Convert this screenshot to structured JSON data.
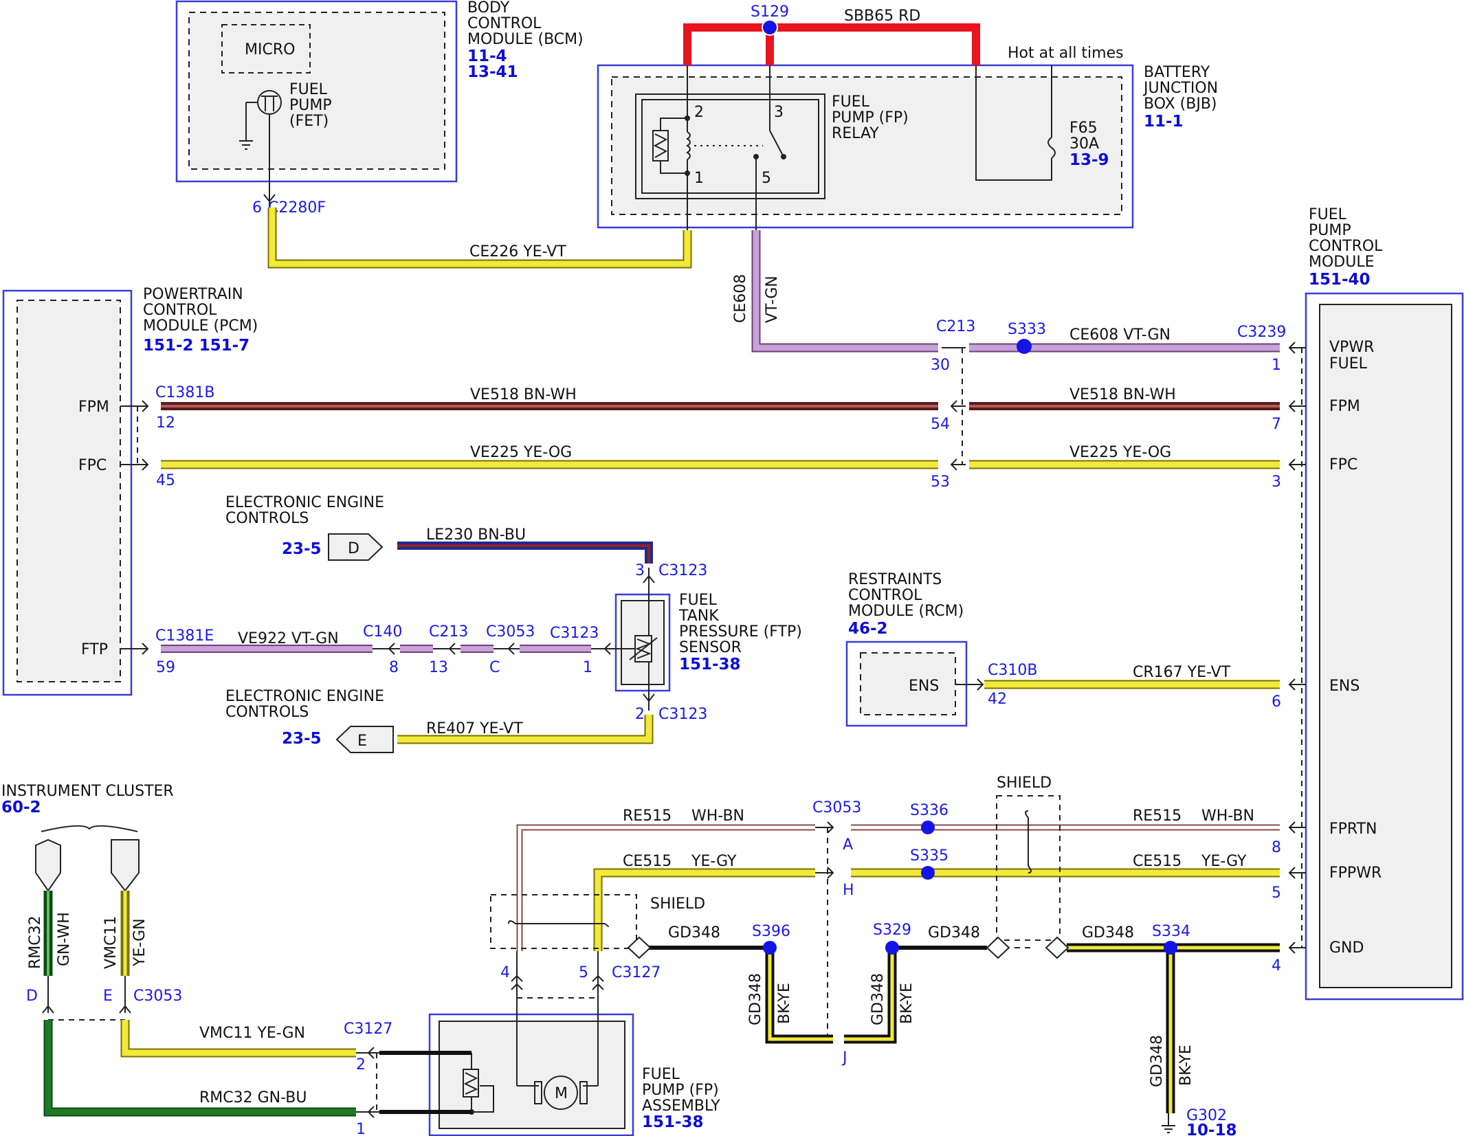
{
  "modules": {
    "bcm": {
      "name": [
        "BODY",
        "CONTROL",
        "MODULE (BCM)"
      ],
      "refs": [
        "11-4",
        "13-41"
      ],
      "micro": "MICRO",
      "fet": [
        "FUEL",
        "PUMP",
        "(FET)"
      ]
    },
    "bjb": {
      "name": [
        "BATTERY",
        "JUNCTION",
        "BOX (BJB)"
      ],
      "ref": "11-1",
      "relay": [
        "FUEL",
        "PUMP (FP)",
        "RELAY"
      ],
      "fuse": [
        "F65",
        "30A"
      ],
      "fuse_ref": "13-9",
      "hot": "Hot at all times",
      "pins": [
        "2",
        "3",
        "1",
        "5"
      ]
    },
    "pcm": {
      "name": [
        "POWERTRAIN",
        "CONTROL",
        "MODULE (PCM)"
      ],
      "refs": "151-2 151-7",
      "pins": [
        "FPM",
        "FPC",
        "FTP"
      ]
    },
    "fpcm": {
      "name": [
        "FUEL",
        "PUMP",
        "CONTROL",
        "MODULE"
      ],
      "ref": "151-40",
      "pins": [
        "VPWR",
        "FUEL",
        "FPM",
        "FPC",
        "ENS",
        "FPRTN",
        "FPPWR",
        "GND"
      ]
    },
    "rcm": {
      "name": [
        "RESTRAINTS",
        "CONTROL",
        "MODULE (RCM)"
      ],
      "ref": "46-2",
      "pin": "ENS"
    },
    "ftp": {
      "name": [
        "FUEL",
        "TANK",
        "PRESSURE (FTP)",
        "SENSOR"
      ],
      "ref": "151-38"
    },
    "eec": {
      "name": [
        "ELECTRONIC ENGINE",
        "CONTROLS"
      ],
      "ref": "23-5",
      "d": "D",
      "e": "E"
    },
    "ic": {
      "name": "INSTRUMENT CLUSTER",
      "ref": "60-2"
    },
    "fpa": {
      "name": [
        "FUEL",
        "PUMP (FP)",
        "ASSEMBLY"
      ],
      "ref": "151-38",
      "motor": "M"
    }
  },
  "wires": {
    "sbb65": "SBB65  RD",
    "ce226": "CE226  YE-VT",
    "ce608": "CE608  VT-GN",
    "ce608_v1": "CE608",
    "ce608_v2": "VT-GN",
    "ve518": "VE518  BN-WH",
    "ve225": "VE225  YE-OG",
    "le230": "LE230  BN-BU",
    "ve922": "VE922  VT-GN",
    "re407": "RE407  YE-VT",
    "cr167": "CR167  YE-VT",
    "re515a": "RE515",
    "re515b": "WH-BN",
    "ce515a": "CE515",
    "ce515b": "YE-GY",
    "gd348": "GD348",
    "bkye": "BK-YE",
    "rmc32": "RMC32",
    "gnwh": "GN-WH",
    "vmc11": "VMC11",
    "yegn": "YE-GN",
    "vmc11h": "VMC11   YE-GN",
    "rmc32h": "RMC32   GN-BU",
    "shield": "SHIELD"
  },
  "connectors": {
    "s129": "S129",
    "c2280f": "C2280F",
    "c213": "C213",
    "s333": "S333",
    "c3239": "C3239",
    "c1381b": "C1381B",
    "c1381e": "C1381E",
    "c140": "C140",
    "c3053": "C3053",
    "c3123": "C3123",
    "c310b": "C310B",
    "s336": "S336",
    "s335": "S335",
    "s396": "S396",
    "s329": "S329",
    "s334": "S334",
    "c3127": "C3127",
    "g302": "G302",
    "g302_ref": "10-18"
  },
  "pins": {
    "p6": "6",
    "p30": "30",
    "p1": "1",
    "p12": "12",
    "p54": "54",
    "p7": "7",
    "p45": "45",
    "p53": "53",
    "p3": "3",
    "p59": "59",
    "p8": "8",
    "p13": "13",
    "pC": "C",
    "p2": "2",
    "p42": "42",
    "pA": "A",
    "pH": "H",
    "p5": "5",
    "p4": "4",
    "pD": "D",
    "pE": "E",
    "pJ": "J"
  },
  "colors": {
    "frame": "#3b3bd9",
    "red": "#e8141e",
    "yellow": "#f0e62a",
    "violet": "#b88ec8",
    "brown": "#8b3a3a",
    "green": "#1f6e28",
    "link": "#1a1ae6"
  }
}
